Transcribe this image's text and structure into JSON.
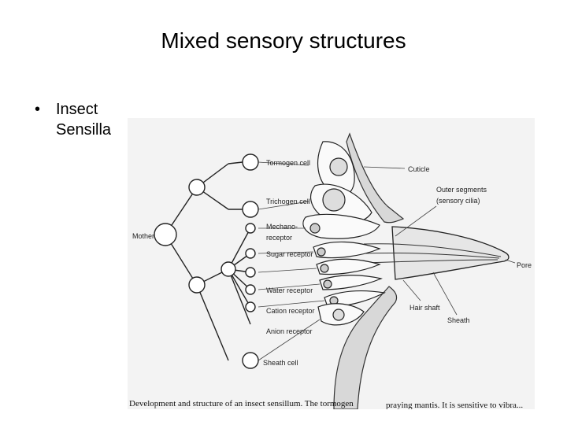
{
  "slide": {
    "title": "Mixed sensory structures",
    "bullet": {
      "marker": "•",
      "text": "Insect Sensilla"
    }
  },
  "figure": {
    "labels": {
      "mother": "Mother",
      "tormogen": "Tormogen cell",
      "trichogen": "Trichogen cell",
      "mechano_1": "Mechano-",
      "mechano_2": "receptor",
      "sugar": "Sugar receptor",
      "water": "Water receptor",
      "cation": "Cation receptor",
      "anion": "Anion receptor",
      "sheath_cell": "Sheath cell",
      "cuticle": "Cuticle",
      "outer_1": "Outer segments",
      "outer_2": "(sensory cilia)",
      "pore": "Pore",
      "hair_shaft": "Hair shaft",
      "sheath": "Sheath"
    },
    "caption_left": "Development and structure of an insect sensillum. The tormogen",
    "caption_right": "praying mantis. It is sensitive to vibra..."
  }
}
